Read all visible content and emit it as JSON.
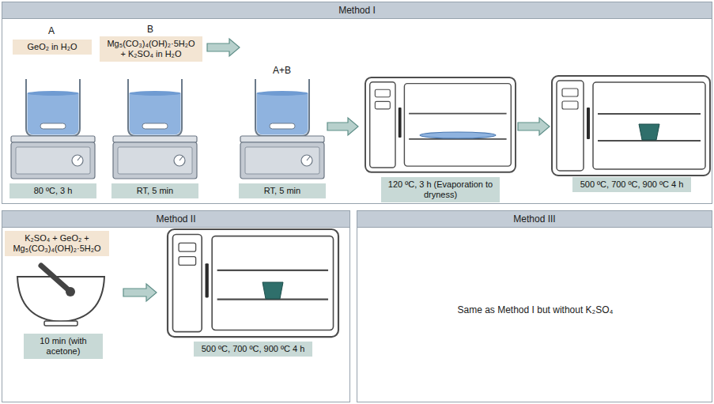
{
  "diagram": {
    "nodes": [
      {
        "text": [
          "Method I"
        ]
      },
      {
        "text": [
          "GeO₂ in H₂O"
        ],
        "in": 0
      },
      {
        "text": [
          "Mg₅(CO₃)₄(OH)₂·5H₂O + K₂SO₄ in H₂O"
        ],
        "in": 0
      },
      {
        "text": [
          "80 ºC, 3 h"
        ],
        "in": 0
      },
      {
        "text": [
          "RT, 5 min"
        ],
        "in": 0
      },
      {
        "text": [
          "RT, 5 min"
        ],
        "in": 0
      },
      {
        "text": [
          "120 ºC, 3 h (Evaporation to dryness)"
        ],
        "in": 0
      },
      {
        "text": [
          "500 ºC, 700 ºC, 900 ºC 4 h"
        ],
        "in": 0
      },
      {
        "text": [
          "Method II"
        ]
      },
      {
        "text": [
          "K₂SO₄ + GeO₂ + Mg₅(CO₃)₄(OH)₂·5H₂O"
        ],
        "in": 8
      },
      {
        "text": [
          "10 min (with acetone)"
        ],
        "in": 8
      },
      {
        "text": [
          "500 ºC, 700 ºC, 900 ºC 4 h"
        ],
        "in": 8
      },
      {
        "text": [
          "Method III",
          "Same as Method I but without K₂SO₄"
        ]
      }
    ],
    "labels": [
      "A",
      "B",
      "A+B"
    ]
  }
}
